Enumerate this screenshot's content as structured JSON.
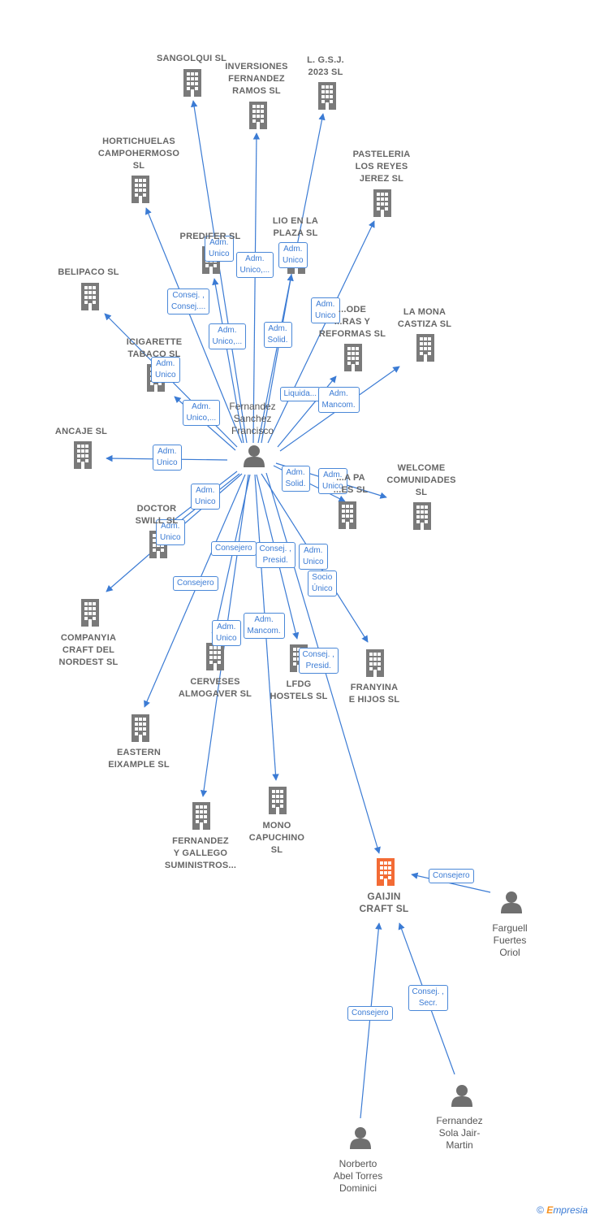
{
  "colors": {
    "edge": "#3b7bd4",
    "building": "#7a7a7a",
    "focus_building": "#f36b35",
    "person": "#6f6f6f"
  },
  "nodes": [
    {
      "id": "fernandez",
      "type": "person",
      "label": "Fernandez\nSanchez\nFrancisco"
    },
    {
      "id": "gaijin",
      "type": "company",
      "focus": true,
      "label": "GAIJIN\nCRAFT SL"
    },
    {
      "id": "farguell",
      "type": "person",
      "label": "Farguell\nFuertes\nOriol"
    },
    {
      "id": "norberto",
      "type": "person",
      "label": "Norberto\nAbel Torres\nDominici"
    },
    {
      "id": "fsola",
      "type": "person",
      "label": "Fernandez\nSola Jair-\nMartin"
    },
    {
      "id": "sangolqui",
      "type": "company",
      "label": "SANGOLQUI SL"
    },
    {
      "id": "inversiones",
      "type": "company",
      "label": "INVERSIONES\nFERNANDEZ\nRAMOS SL"
    },
    {
      "id": "lgsj",
      "type": "company",
      "label": "L. G.S.J.\n2023 SL"
    },
    {
      "id": "hortichuelas",
      "type": "company",
      "label": "HORTICHUELAS\nCAMPOHERMOSO\nSL"
    },
    {
      "id": "pasteleria",
      "type": "company",
      "label": "PASTELERIA\nLOS REYES\nJEREZ SL"
    },
    {
      "id": "predifer",
      "type": "company",
      "label": "PREDIFER SL"
    },
    {
      "id": "lioenlaplaza",
      "type": "company",
      "label": "LIO EN LA\nPLAZA SL"
    },
    {
      "id": "belipaco",
      "type": "company",
      "label": "BELIPACO SL"
    },
    {
      "id": "lamona",
      "type": "company",
      "label": "LA MONA\nCASTIZA SL"
    },
    {
      "id": "reformas",
      "type": "company",
      "label": "...ODE\n...RAS Y\nREFORMAS SL"
    },
    {
      "id": "icigarette",
      "type": "company",
      "label": "ICIGARETTE\nTABACO SL"
    },
    {
      "id": "ancaje",
      "type": "company",
      "label": "ANCAJE SL"
    },
    {
      "id": "lapa",
      "type": "company",
      "label": "...A PA\n...ES SL"
    },
    {
      "id": "welcome",
      "type": "company",
      "label": "WELCOME\nCOMUNIDADES\nSL"
    },
    {
      "id": "doctorswill",
      "type": "company",
      "label": "DOCTOR\nSWILL SL"
    },
    {
      "id": "companyia",
      "type": "company",
      "label": "COMPANYIA\nCRAFT DEL\nNORDEST SL"
    },
    {
      "id": "cerveses",
      "type": "company",
      "label": "CERVESES\nALMOGAVER SL"
    },
    {
      "id": "lfdg",
      "type": "company",
      "label": "LFDG\nHOSTELS SL"
    },
    {
      "id": "franyina",
      "type": "company",
      "label": "FRANYINA\nE HIJOS SL"
    },
    {
      "id": "eastern",
      "type": "company",
      "label": "EASTERN\nEIXAMPLE SL"
    },
    {
      "id": "fergallego",
      "type": "company",
      "label": "FERNANDEZ\nY GALLEGO\nSUMINISTROS..."
    },
    {
      "id": "monocapuchino",
      "type": "company",
      "label": "MONO\nCAPUCHINO\nSL"
    }
  ],
  "edge_labels": [
    {
      "id": "e-sangolqui",
      "text": "Adm.\nUnico"
    },
    {
      "id": "e-inversiones",
      "text": "Adm.\nUnico,..."
    },
    {
      "id": "e-lgsj",
      "text": "Adm.\nUnico"
    },
    {
      "id": "e-hortichuelas",
      "text": "Consej. ,\nConsej...."
    },
    {
      "id": "e-predifer",
      "text": "Adm.\nUnico,..."
    },
    {
      "id": "e-lioenlaplaza",
      "text": "Adm.\nSolid."
    },
    {
      "id": "e-pasteleria",
      "text": "Adm.\nUnico"
    },
    {
      "id": "e-belipaco",
      "text": "Adm.\nUnico"
    },
    {
      "id": "e-icigarette",
      "text": "Adm.\nUnico,..."
    },
    {
      "id": "e-reformas",
      "text": "Liquida..."
    },
    {
      "id": "e-lamona",
      "text": "Adm.\nMancom."
    },
    {
      "id": "e-ancaje",
      "text": "Adm.\nUnico"
    },
    {
      "id": "e-lapa",
      "text": "Adm.\nSolid."
    },
    {
      "id": "e-welcome",
      "text": "Adm.\nUnico"
    },
    {
      "id": "e-doctorswill-1",
      "text": "Adm.\nUnico"
    },
    {
      "id": "e-doctorswill-2",
      "text": "Adm.\nUnico"
    },
    {
      "id": "e-companyia",
      "text": "Consejero"
    },
    {
      "id": "e-eastern",
      "text": "Consejero"
    },
    {
      "id": "e-cerveses",
      "text": "Consej. ,\nPresid."
    },
    {
      "id": "e-franyina",
      "text": "Adm.\nUnico"
    },
    {
      "id": "e-gaijin",
      "text": "Socio\nÚnico"
    },
    {
      "id": "e-fergallego",
      "text": "Adm.\nUnico"
    },
    {
      "id": "e-monocapuchino",
      "text": "Adm.\nMancom."
    },
    {
      "id": "e-lfdg",
      "text": "Consej. ,\nPresid."
    },
    {
      "id": "e-farguell",
      "text": "Consejero"
    },
    {
      "id": "e-norberto",
      "text": "Consejero"
    },
    {
      "id": "e-fsola",
      "text": "Consej. ,\nSecr."
    }
  ],
  "footer": {
    "copyright": "©",
    "brand_initial": "E",
    "brand_rest": "mpresia"
  }
}
